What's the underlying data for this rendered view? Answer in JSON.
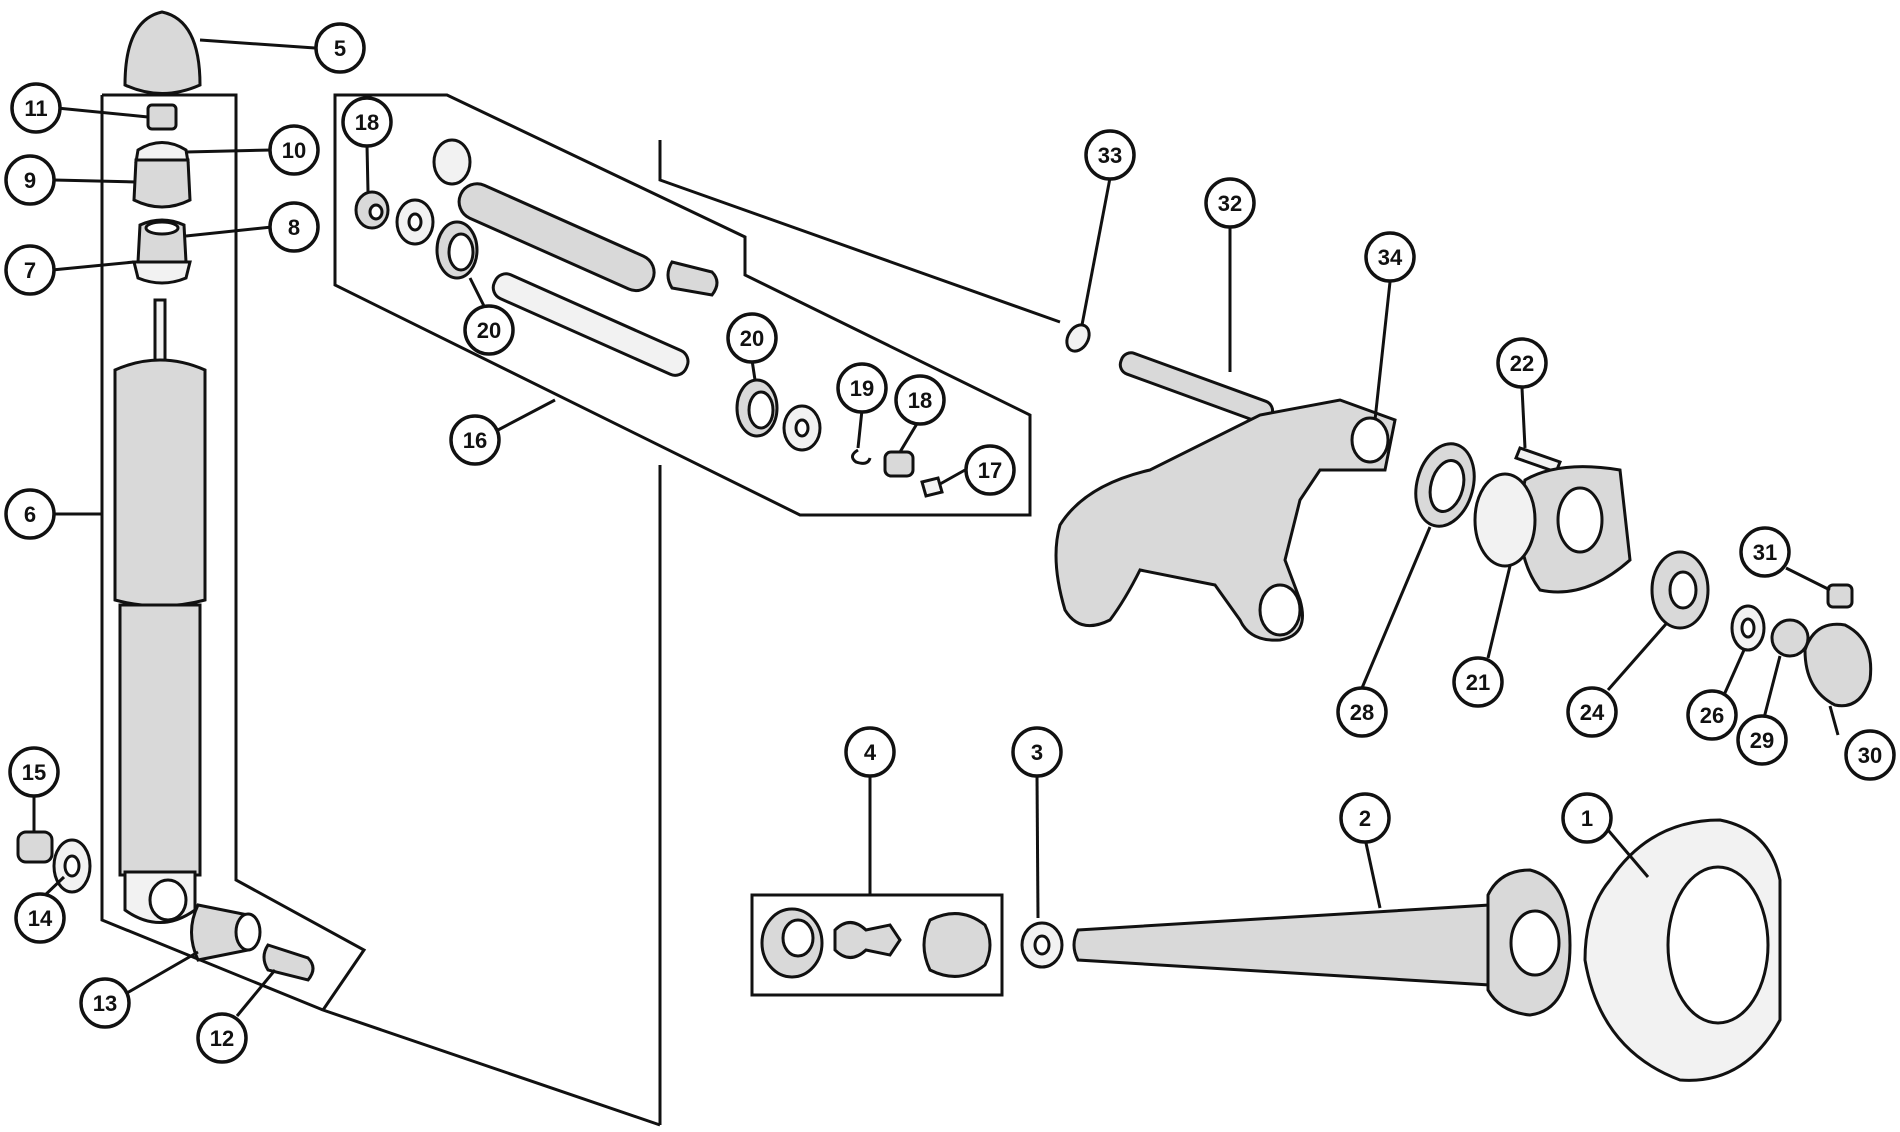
{
  "callouts": [
    {
      "id": "c1",
      "label": "1"
    },
    {
      "id": "c2",
      "label": "2"
    },
    {
      "id": "c3",
      "label": "3"
    },
    {
      "id": "c4",
      "label": "4"
    },
    {
      "id": "c5",
      "label": "5"
    },
    {
      "id": "c6",
      "label": "6"
    },
    {
      "id": "c7",
      "label": "7"
    },
    {
      "id": "c8",
      "label": "8"
    },
    {
      "id": "c9",
      "label": "9"
    },
    {
      "id": "c10",
      "label": "10"
    },
    {
      "id": "c11",
      "label": "11"
    },
    {
      "id": "c12",
      "label": "12"
    },
    {
      "id": "c13",
      "label": "13"
    },
    {
      "id": "c14",
      "label": "14"
    },
    {
      "id": "c15",
      "label": "15"
    },
    {
      "id": "c16",
      "label": "16"
    },
    {
      "id": "c17",
      "label": "17"
    },
    {
      "id": "c18a",
      "label": "18"
    },
    {
      "id": "c18b",
      "label": "18"
    },
    {
      "id": "c19",
      "label": "19"
    },
    {
      "id": "c20a",
      "label": "20"
    },
    {
      "id": "c20b",
      "label": "20"
    },
    {
      "id": "c21",
      "label": "21"
    },
    {
      "id": "c22",
      "label": "22"
    },
    {
      "id": "c24",
      "label": "24"
    },
    {
      "id": "c26",
      "label": "26"
    },
    {
      "id": "c28",
      "label": "28"
    },
    {
      "id": "c29",
      "label": "29"
    },
    {
      "id": "c30",
      "label": "30"
    },
    {
      "id": "c31",
      "label": "31"
    },
    {
      "id": "c32",
      "label": "32"
    },
    {
      "id": "c33",
      "label": "33"
    },
    {
      "id": "c34",
      "label": "34"
    }
  ]
}
